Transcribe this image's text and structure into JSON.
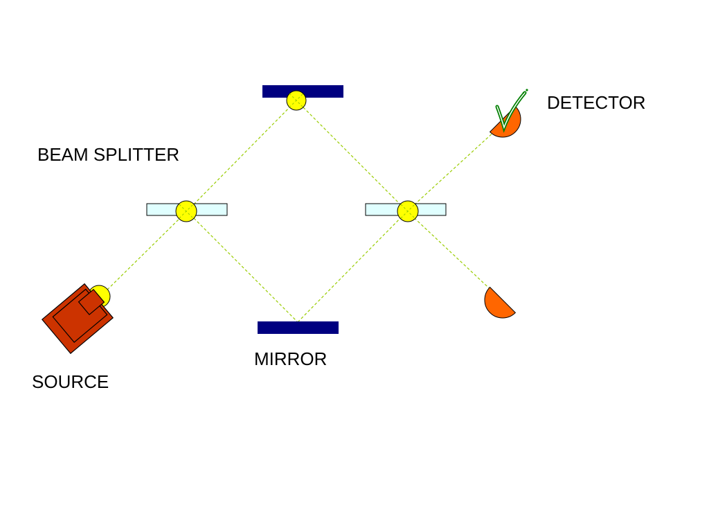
{
  "labels": {
    "beam_splitter": "BEAM SPLITTER",
    "detector": "DETECTOR",
    "mirror": "MIRROR",
    "source": "SOURCE"
  },
  "colors": {
    "mirror": "#000080",
    "beam_splitter": "#E0FFFF",
    "beam_path": "#99CC00",
    "photon": "#FFFF00",
    "detector": "#FF6600",
    "source": "#CC3300",
    "checkmark": "#008000"
  },
  "icons": {
    "photon": "yellow-circle",
    "detector": "half-disc",
    "source": "box-laser",
    "detection_mark": "checkmark"
  }
}
